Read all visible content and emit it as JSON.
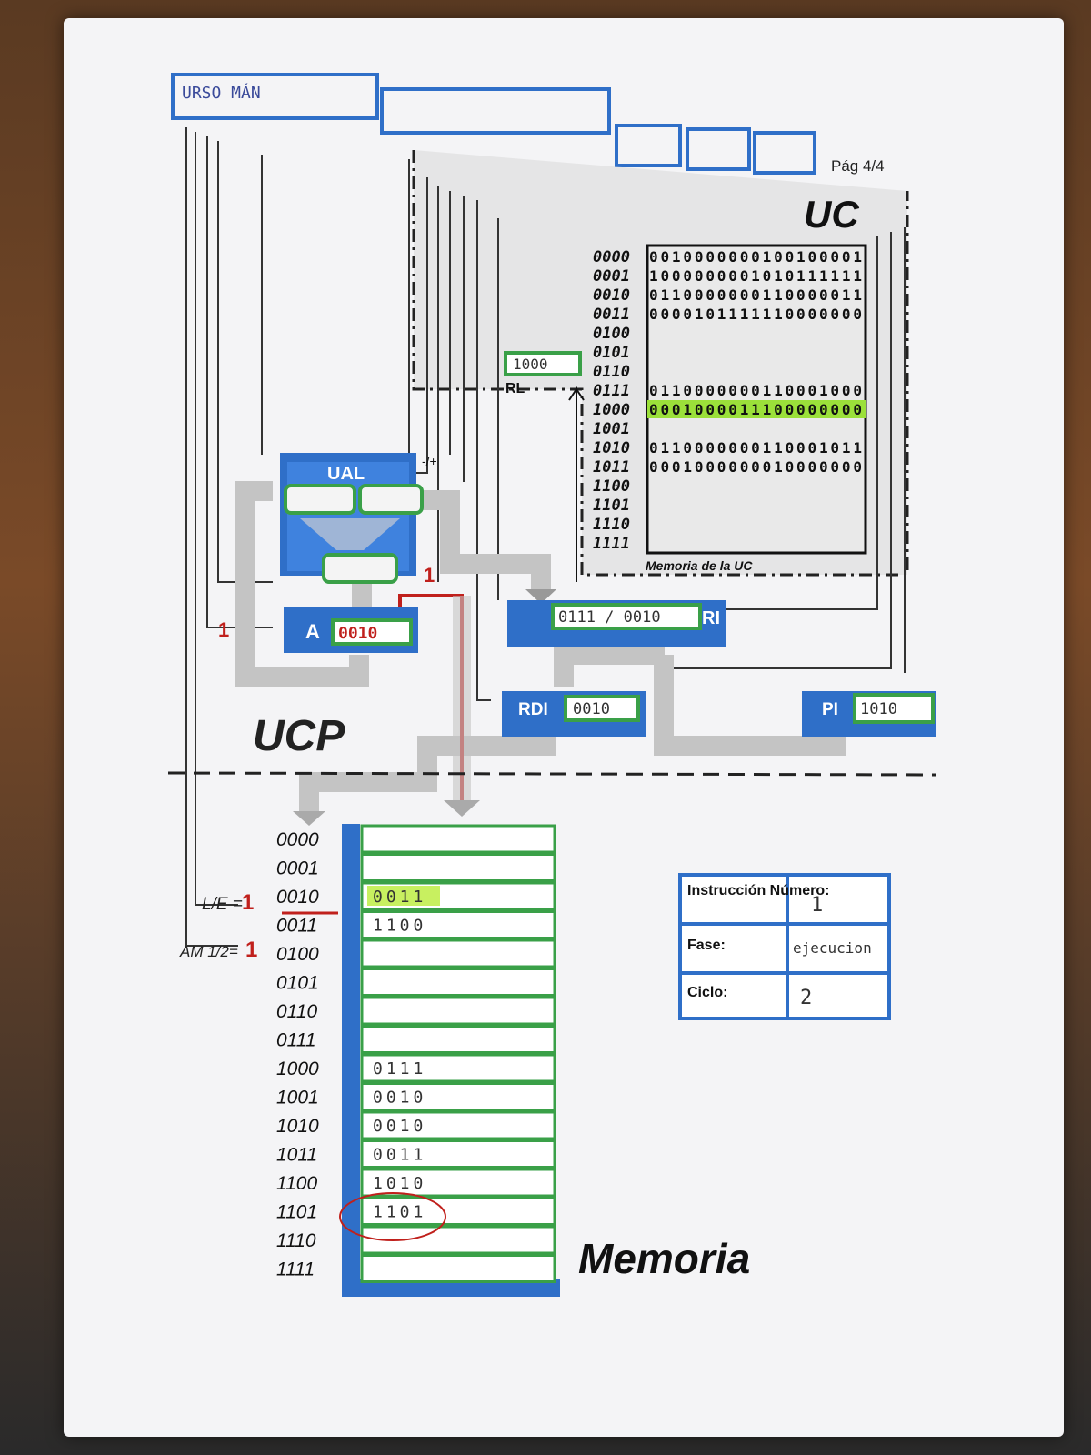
{
  "header": {
    "course_handwriting": "URSO   MÁN",
    "page_label": "Pág 4/4"
  },
  "uc": {
    "title": "UC",
    "memory_caption": "Memoria de la UC",
    "rows": [
      {
        "addr": "0000",
        "value": "0010000000100100001"
      },
      {
        "addr": "0001",
        "value": "1000000001010111111"
      },
      {
        "addr": "0010",
        "value": "0110000000110000011"
      },
      {
        "addr": "0011",
        "value": "0000101111110000000"
      },
      {
        "addr": "0100",
        "value": ""
      },
      {
        "addr": "0101",
        "value": ""
      },
      {
        "addr": "0110",
        "value": ""
      },
      {
        "addr": "0111",
        "value": "0110000000110001000"
      },
      {
        "addr": "1000",
        "value": "0001000011100000000"
      },
      {
        "addr": "1001",
        "value": ""
      },
      {
        "addr": "1010",
        "value": "0110000000110001011"
      },
      {
        "addr": "1011",
        "value": "0001000000010000000"
      },
      {
        "addr": "1100",
        "value": ""
      },
      {
        "addr": "1101",
        "value": ""
      },
      {
        "addr": "1110",
        "value": ""
      },
      {
        "addr": "1111",
        "value": ""
      }
    ],
    "highlight_row": "1000",
    "highlight_color": "#9be03a"
  },
  "registers": {
    "rl_label": "RL",
    "rl_value": "1000",
    "ri_label": "RI",
    "ri_value": "0111 / 0010",
    "rdi_label": "RDI",
    "rdi_value": "0010",
    "pi_label": "PI",
    "pi_value": "1010",
    "a_label": "A",
    "a_value": "0010",
    "ual_label": "UAL",
    "ual_sign": "-/+"
  },
  "ucp_label": "UCP",
  "signals": {
    "le_label": "L/E =",
    "le_value": "1",
    "am_label": "AM 1/2=",
    "am_value": "1",
    "a_load": "1",
    "ual_out": "1"
  },
  "memoria": {
    "title": "Memoria",
    "rows": [
      {
        "addr": "0000",
        "value": ""
      },
      {
        "addr": "0001",
        "value": ""
      },
      {
        "addr": "0010",
        "value": "0011"
      },
      {
        "addr": "0011",
        "value": "1100"
      },
      {
        "addr": "0100",
        "value": ""
      },
      {
        "addr": "0101",
        "value": ""
      },
      {
        "addr": "0110",
        "value": ""
      },
      {
        "addr": "0111",
        "value": ""
      },
      {
        "addr": "1000",
        "value": "0111"
      },
      {
        "addr": "1001",
        "value": "0010"
      },
      {
        "addr": "1010",
        "value": "0010"
      },
      {
        "addr": "1011",
        "value": "0011"
      },
      {
        "addr": "1100",
        "value": "1010"
      },
      {
        "addr": "1101",
        "value": "1101"
      },
      {
        "addr": "1110",
        "value": ""
      },
      {
        "addr": "1111",
        "value": ""
      }
    ]
  },
  "info_table": {
    "instr_label": "Instrucción Número:",
    "instr_value": "1",
    "fase_label": "Fase:",
    "fase_value": "ejecucion",
    "ciclo_label": "Ciclo:",
    "ciclo_value": "2"
  },
  "colors": {
    "blue": "#2f6fc8",
    "green": "#3aa048",
    "red": "#c0201c",
    "gray": "#c4c4c4"
  }
}
